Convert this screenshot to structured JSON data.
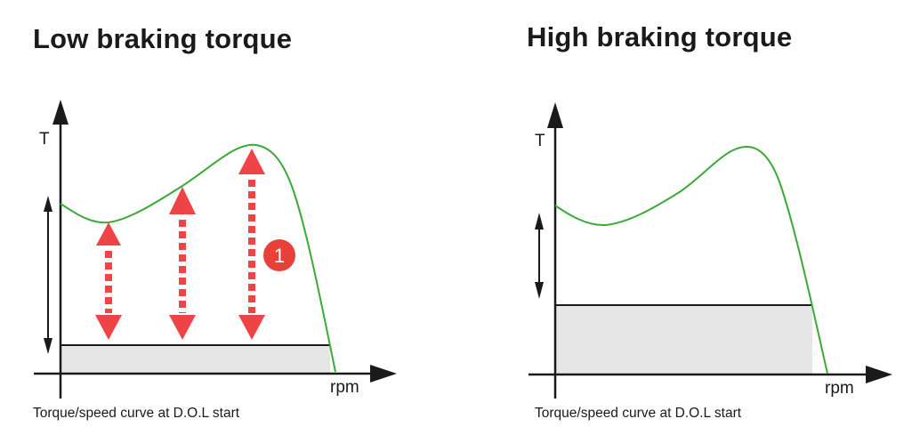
{
  "panels": [
    {
      "title": "Low braking torque",
      "caption": "Torque/speed curve at D.O.L start",
      "y_axis_label": "T",
      "x_axis_label": "rpm",
      "badge": "1"
    },
    {
      "title": "High braking torque",
      "caption": "Torque/speed curve at D.O.L start",
      "y_axis_label": "T",
      "x_axis_label": "rpm"
    }
  ],
  "colors": {
    "curve": "#3aaa35",
    "axis": "#1a1a1a",
    "load_fill": "#e6e6e6",
    "arrow": "#ef4446",
    "badge": "#e8413a"
  }
}
